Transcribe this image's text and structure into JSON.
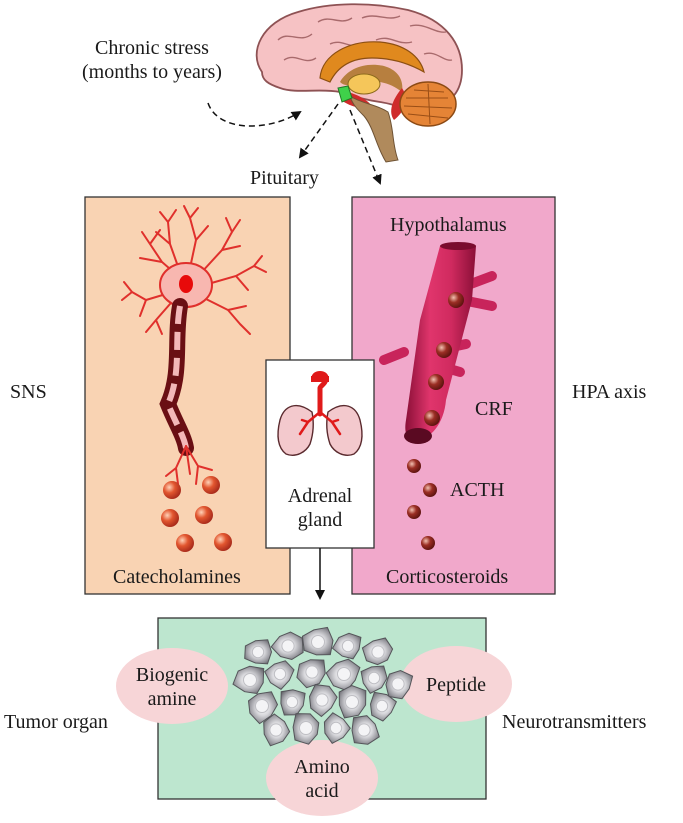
{
  "labels": {
    "chronic_stress_line1": "Chronic stress",
    "chronic_stress_line2": "(months to years)",
    "pituitary": "Pituitary",
    "hypothalamus": "Hypothalamus",
    "sns": "SNS",
    "hpa_axis": "HPA axis",
    "crf": "CRF",
    "acth": "ACTH",
    "adrenal_line1": "Adrenal",
    "adrenal_line2": "gland",
    "catecholamines": "Catecholamines",
    "corticosteroids": "Corticosteroids",
    "biogenic_line1": "Biogenic",
    "biogenic_line2": "amine",
    "peptide": "Peptide",
    "amino_line1": "Amino",
    "amino_line2": "acid",
    "tumor_organ": "Tumor organ",
    "neurotransmitters": "Neurotransmitters"
  },
  "colors": {
    "sns_panel": "#f9d3b3",
    "hpa_panel": "#f1a8cb",
    "tumor_panel": "#bde6cf",
    "bubble": "#f7d5d7",
    "vessel": "#c8245b",
    "neuron": "#e0302c",
    "granule": "#d0442a",
    "cell_gray": "#8a8a8f"
  }
}
